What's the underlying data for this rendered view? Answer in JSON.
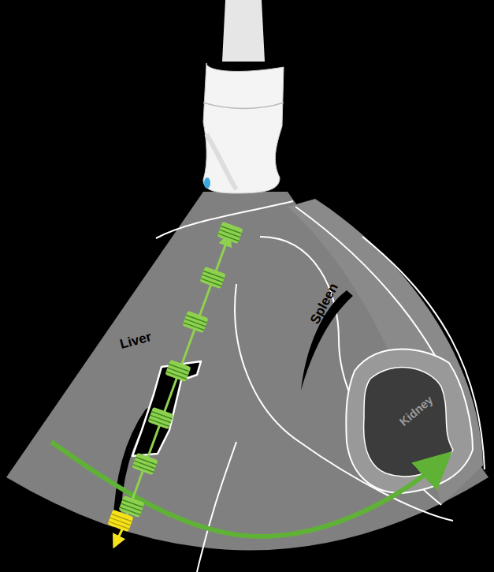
{
  "diagram": {
    "labels": [
      "Liver",
      "Spleen",
      "Kidney"
    ]
  }
}
